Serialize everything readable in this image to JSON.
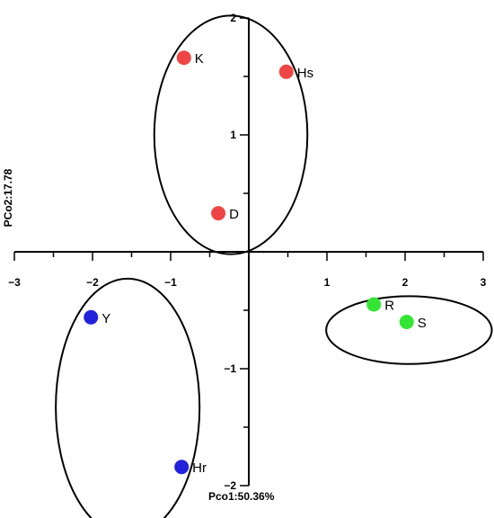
{
  "chart_data": {
    "type": "scatter",
    "title": "",
    "xlabel": "Pco1:50.36%",
    "ylabel": "PCo2:17.78",
    "xlim": [
      -3,
      3
    ],
    "ylim": [
      -2,
      2
    ],
    "x_ticks": [
      "-3",
      "-2",
      "-1",
      "1",
      "2",
      "3"
    ],
    "y_ticks": [
      "2",
      "1",
      "-1",
      "-2"
    ],
    "grid": false,
    "points": [
      {
        "label": "K",
        "x": -0.83,
        "y": 1.66,
        "color": "#f04545"
      },
      {
        "label": "Hs",
        "x": 0.48,
        "y": 1.54,
        "color": "#f04545"
      },
      {
        "label": "D",
        "x": -0.39,
        "y": 0.33,
        "color": "#f04545"
      },
      {
        "label": "R",
        "x": 1.6,
        "y": -0.45,
        "color": "#33e633"
      },
      {
        "label": "S",
        "x": 2.02,
        "y": -0.6,
        "color": "#33e633"
      },
      {
        "label": "Y",
        "x": -2.02,
        "y": -0.56,
        "color": "#2222dd"
      },
      {
        "label": "Hr",
        "x": -0.86,
        "y": -1.84,
        "color": "#2222dd"
      }
    ],
    "groups": [
      {
        "members": [
          "K",
          "Hs",
          "D"
        ],
        "center": [
          -0.23,
          1.0
        ],
        "radius": [
          0.98,
          1.02
        ]
      },
      {
        "members": [
          "R",
          "S"
        ],
        "center": [
          2.05,
          -0.67
        ],
        "radius": [
          1.06,
          0.29
        ]
      },
      {
        "members": [
          "Y",
          "Hr"
        ],
        "center": [
          -1.55,
          -1.33
        ],
        "radius": [
          0.92,
          1.1
        ]
      }
    ]
  }
}
